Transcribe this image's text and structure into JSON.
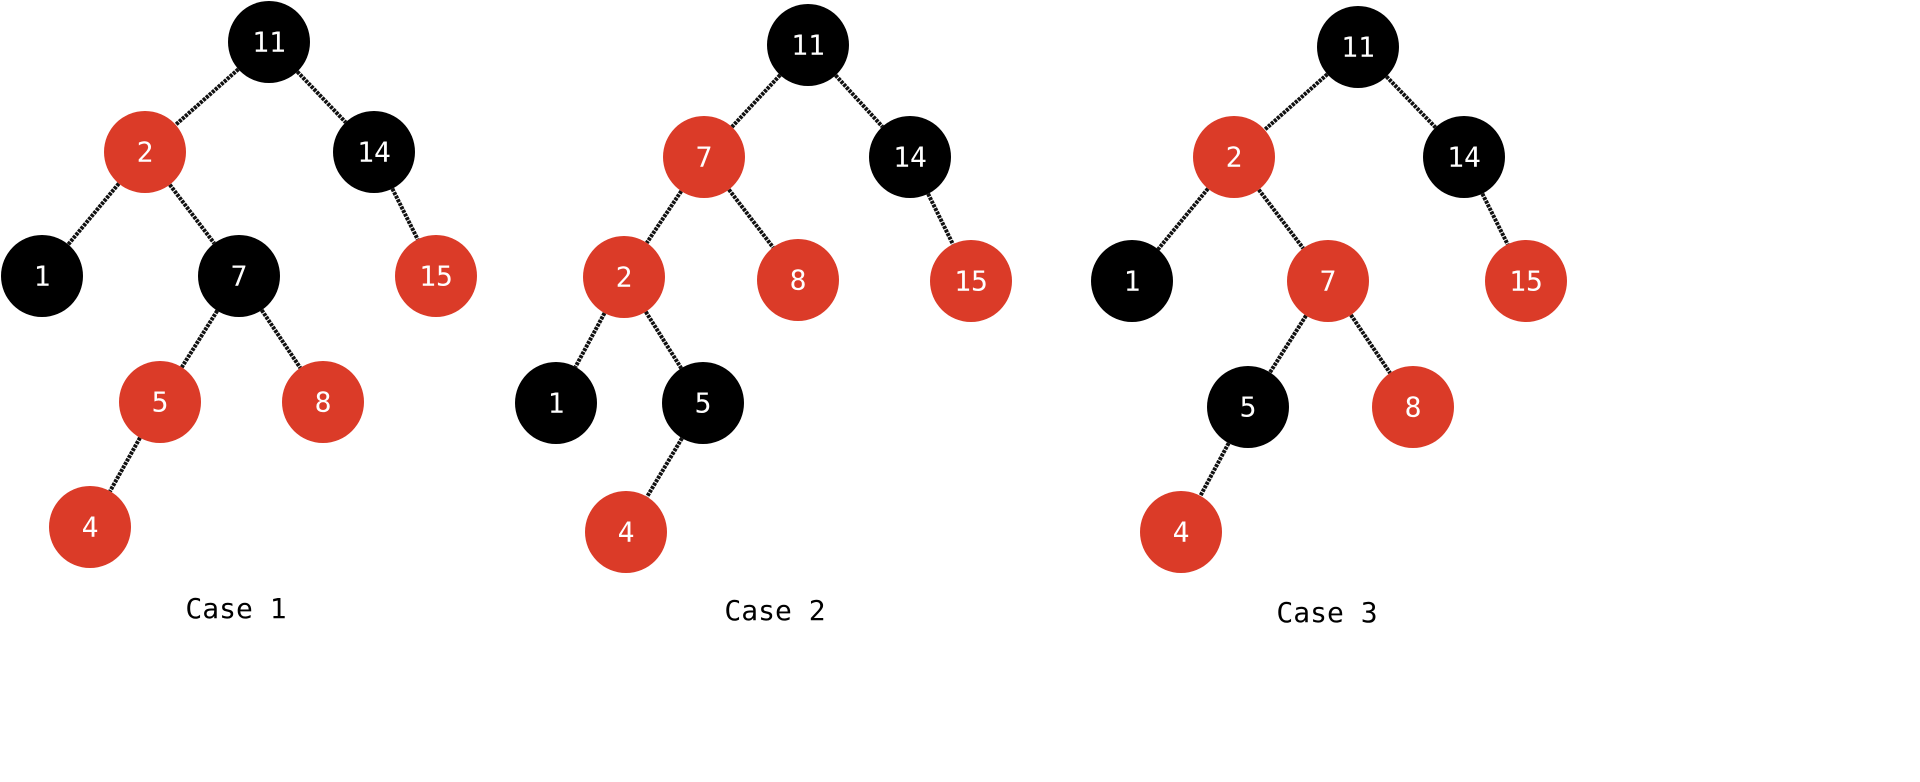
{
  "colors": {
    "red": "#DB3B28",
    "black": "#000000"
  },
  "cases": [
    {
      "caption": "Case 1",
      "nodes": [
        {
          "value": "11",
          "color": "black",
          "parent": null
        },
        {
          "value": "2",
          "color": "red",
          "parent": "11"
        },
        {
          "value": "14",
          "color": "black",
          "parent": "11"
        },
        {
          "value": "1",
          "color": "black",
          "parent": "2"
        },
        {
          "value": "7",
          "color": "black",
          "parent": "2"
        },
        {
          "value": "15",
          "color": "red",
          "parent": "14"
        },
        {
          "value": "5",
          "color": "red",
          "parent": "7"
        },
        {
          "value": "8",
          "color": "red",
          "parent": "7"
        },
        {
          "value": "4",
          "color": "red",
          "parent": "5"
        }
      ]
    },
    {
      "caption": "Case 2",
      "nodes": [
        {
          "value": "11",
          "color": "black",
          "parent": null
        },
        {
          "value": "7",
          "color": "red",
          "parent": "11"
        },
        {
          "value": "14",
          "color": "black",
          "parent": "11"
        },
        {
          "value": "2",
          "color": "red",
          "parent": "7"
        },
        {
          "value": "8",
          "color": "red",
          "parent": "7"
        },
        {
          "value": "15",
          "color": "red",
          "parent": "14"
        },
        {
          "value": "1",
          "color": "black",
          "parent": "2"
        },
        {
          "value": "5",
          "color": "black",
          "parent": "2"
        },
        {
          "value": "4",
          "color": "red",
          "parent": "5"
        }
      ]
    },
    {
      "caption": "Case 3",
      "nodes": [
        {
          "value": "11",
          "color": "black",
          "parent": null
        },
        {
          "value": "2",
          "color": "red",
          "parent": "11"
        },
        {
          "value": "14",
          "color": "black",
          "parent": "11"
        },
        {
          "value": "1",
          "color": "black",
          "parent": "2"
        },
        {
          "value": "7",
          "color": "red",
          "parent": "2"
        },
        {
          "value": "15",
          "color": "red",
          "parent": "14"
        },
        {
          "value": "5",
          "color": "black",
          "parent": "7"
        },
        {
          "value": "8",
          "color": "red",
          "parent": "7"
        },
        {
          "value": "4",
          "color": "red",
          "parent": "5"
        }
      ]
    }
  ]
}
